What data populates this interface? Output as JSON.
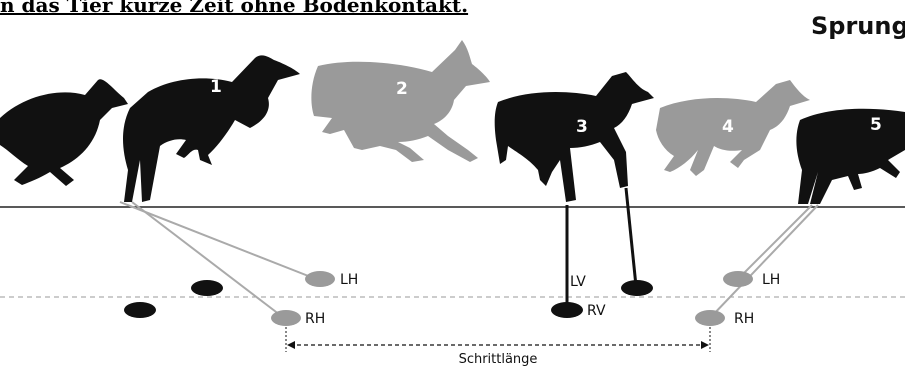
{
  "header": {
    "partial_sentence": "n das Tier kurze Zeit ohne Bodenkontakt."
  },
  "section_title": "Sprung",
  "colors": {
    "dark": "#111111",
    "light": "#9a9a9a",
    "ground": "#222222",
    "guide": "#aaaaaa"
  },
  "deer_numbers": [
    "1",
    "2",
    "3",
    "4",
    "5"
  ],
  "track_labels": {
    "lh_left": "LH",
    "rh_left": "RH",
    "lv": "LV",
    "rv": "RV",
    "lh_right": "LH",
    "rh_right": "RH"
  },
  "measure_label": "Schrittlänge"
}
